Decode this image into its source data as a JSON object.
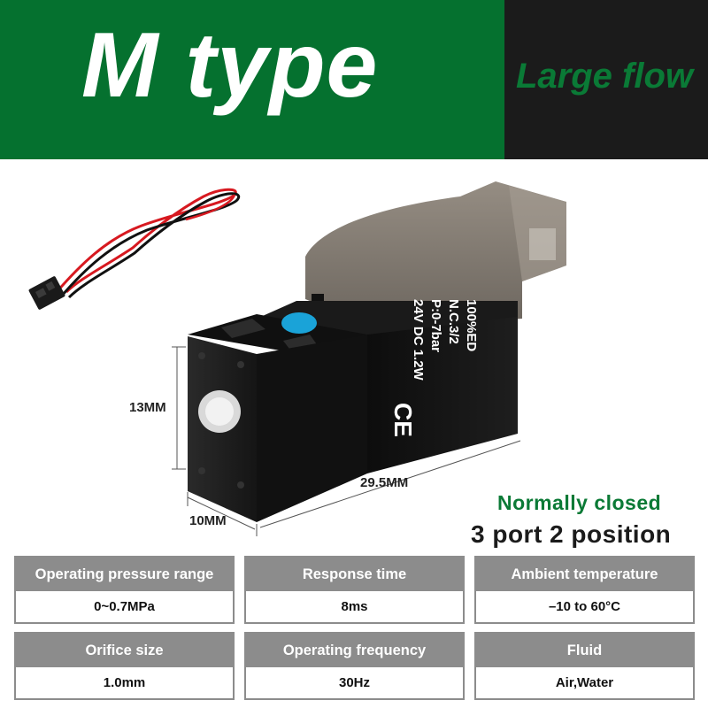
{
  "header": {
    "title": "M type",
    "subtitle": "Large flow"
  },
  "colors": {
    "header_green": "#05712f",
    "header_dark": "#1b1b1b",
    "accent_green": "#0b7a36",
    "card_gray": "#8c8c8c",
    "valve_button_blue": "#1aa3d8"
  },
  "product": {
    "valve_label_lines": [
      "24V DC   1.2W",
      "P:0-7bar",
      "N.C.3/2",
      "100%ED"
    ],
    "ce_mark": "CE",
    "dimensions": {
      "height": "13MM",
      "length": "29.5MM",
      "width": "10MM"
    }
  },
  "mode": {
    "line1": "Normally closed",
    "line2": "3 port 2 position"
  },
  "specs": [
    {
      "label": "Operating pressure range",
      "value": "0~0.7MPa"
    },
    {
      "label": "Response time",
      "value": "8ms"
    },
    {
      "label": "Ambient temperature",
      "value": "–10 to 60°C"
    },
    {
      "label": "Orifice size",
      "value": "1.0mm"
    },
    {
      "label": "Operating frequency",
      "value": "30Hz"
    },
    {
      "label": "Fluid",
      "value": "Air,Water"
    }
  ]
}
